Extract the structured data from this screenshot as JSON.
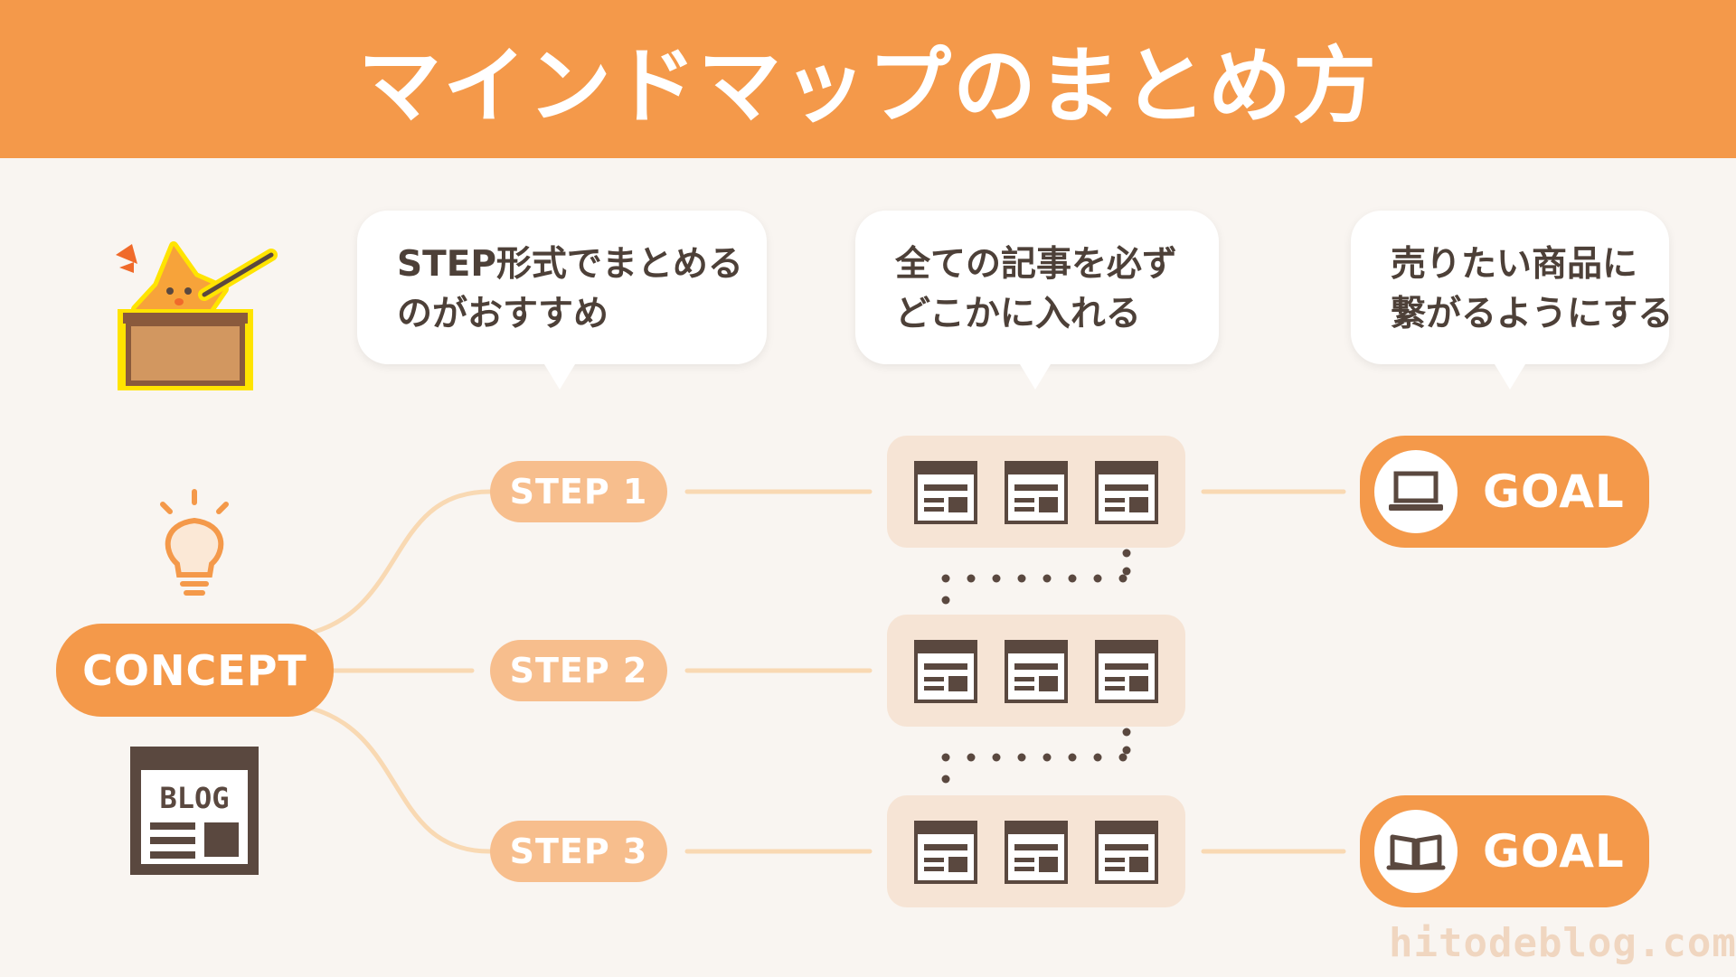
{
  "title": "マインドマップのまとめ方",
  "bubbles": [
    {
      "line1": "STEP形式でまとめる",
      "line2": "のがおすすめ"
    },
    {
      "line1": "全ての記事を必ず",
      "line2": "どこかに入れる"
    },
    {
      "line1": "売りたい商品に",
      "line2": "繋がるようにする"
    }
  ],
  "concept": {
    "label": "CONCEPT"
  },
  "steps": [
    {
      "label": "STEP 1"
    },
    {
      "label": "STEP 2"
    },
    {
      "label": "STEP 3"
    }
  ],
  "goals": [
    {
      "label": "GOAL",
      "icon": "laptop-icon"
    },
    {
      "label": "GOAL",
      "icon": "book-icon"
    }
  ],
  "blog_icon": {
    "label": "BLOG"
  },
  "watermark": "hitodeblog.com",
  "colors": {
    "header": "#f4994a",
    "background": "#f9f5f1",
    "step_pill": "#f7be8d",
    "article_group": "#f6e4d5",
    "dark_brown": "#5a483f",
    "connector": "#f9d9b3"
  }
}
